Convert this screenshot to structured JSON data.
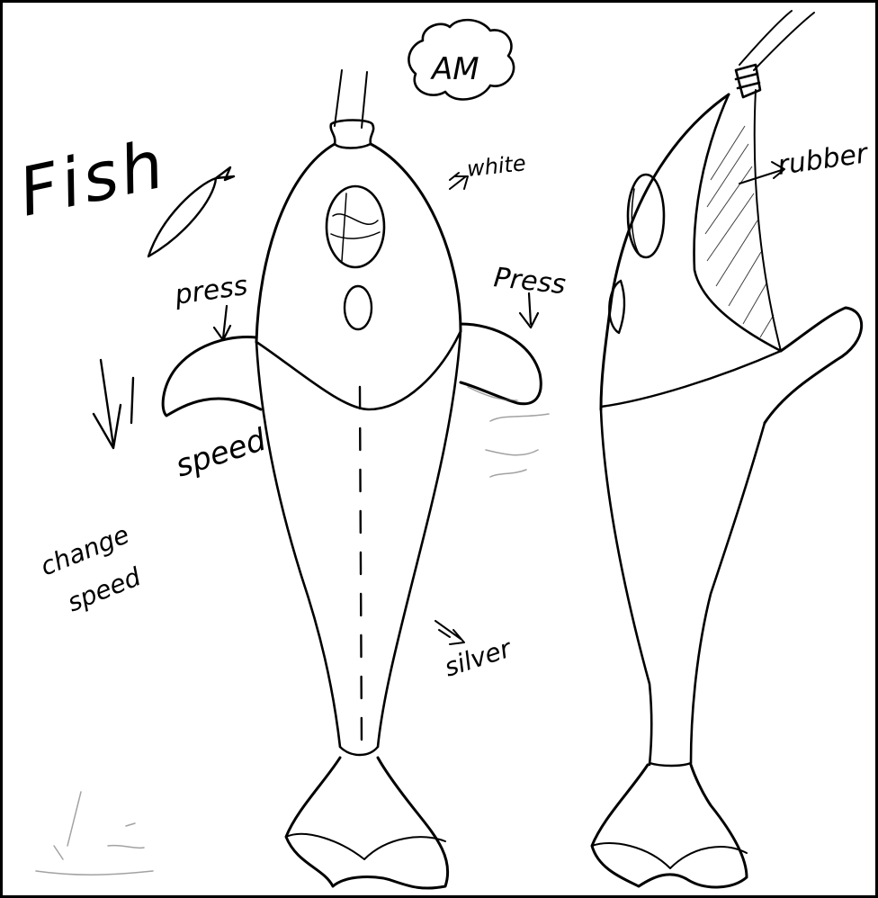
{
  "sketch": {
    "title": "Fish",
    "badge": "AM",
    "labels": {
      "press_left": "press",
      "press_right": "Press",
      "speed": "speed",
      "change_speed_line1": "change",
      "change_speed_line2": "speed",
      "white": "white",
      "silver": "silver",
      "rubber": "rubber"
    }
  },
  "colors": {
    "ink": "#000000",
    "paper": "#ffffff"
  },
  "icons": [
    "down-arrow-icon",
    "right-arrow-icon"
  ]
}
